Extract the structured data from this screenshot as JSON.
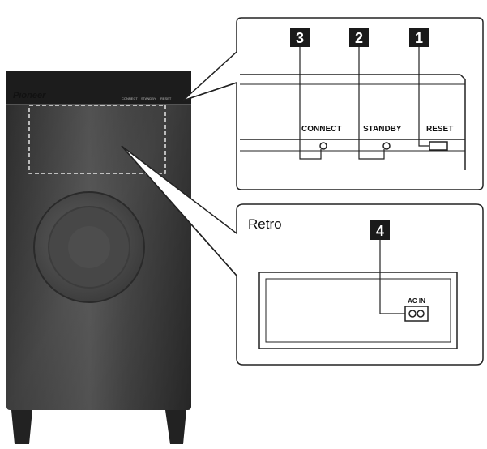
{
  "speaker": {
    "brand": "Pioneer",
    "top_indicator_labels": [
      "CONNECT",
      "STANDBY",
      "RESET"
    ]
  },
  "callout_top": {
    "labels": {
      "connect": "CONNECT",
      "standby": "STANDBY",
      "reset": "RESET"
    },
    "badges": [
      "3",
      "2",
      "1"
    ]
  },
  "callout_bottom": {
    "title": "Retro",
    "badge": "4",
    "port_label": "AC IN"
  },
  "colors": {
    "speaker_body": "#3a3a3a",
    "speaker_top": "#1e1e1e",
    "badge_bg": "#1a1a1a",
    "outline": "#222222",
    "callout_bg": "#ffffff"
  }
}
